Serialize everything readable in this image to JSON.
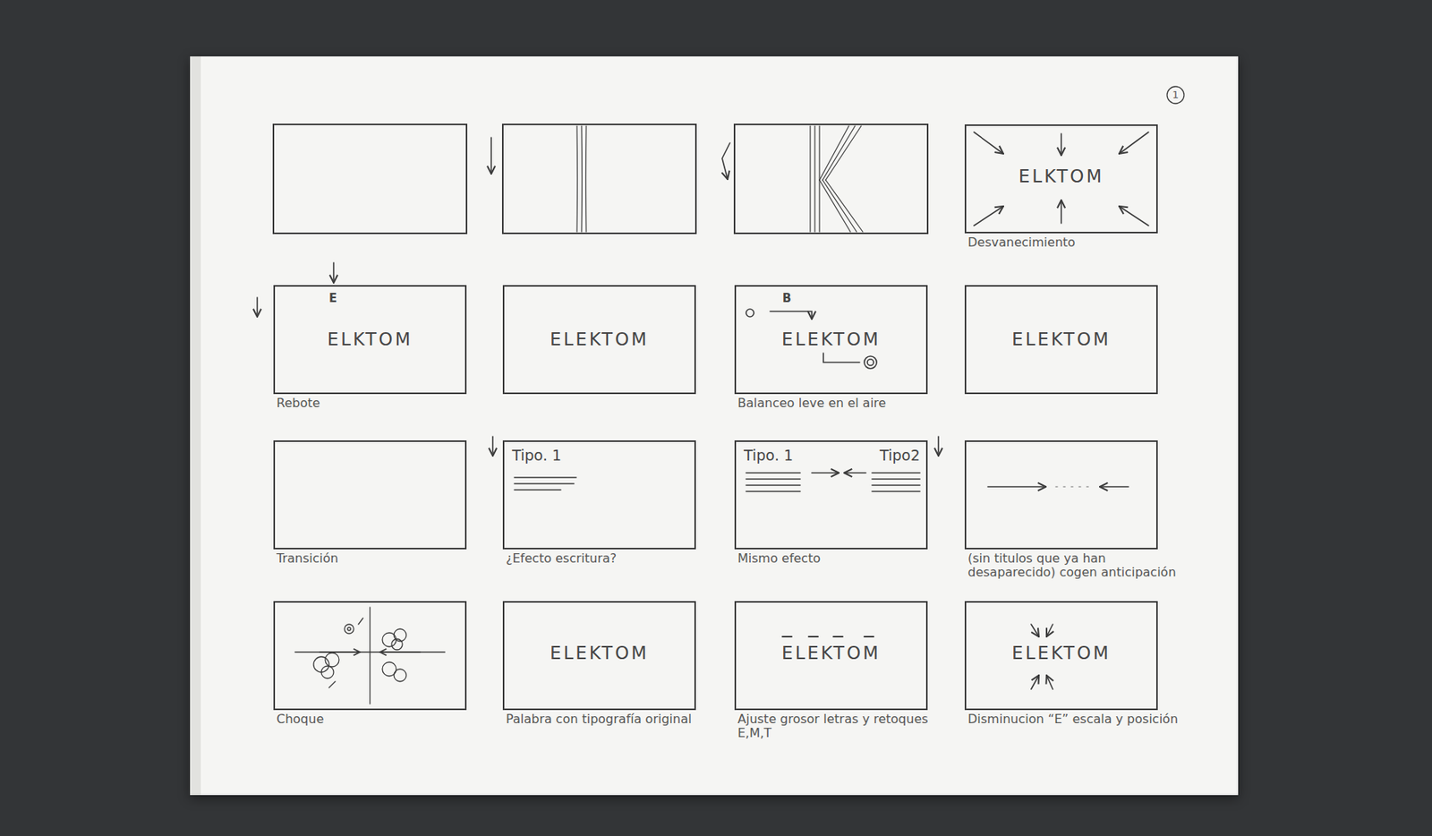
{
  "diagram": {
    "nodes": [
      {
        "text": [
          "ELKTOM",
          "Desvanecimiento"
        ]
      },
      {
        "text": [
          "E",
          "ELKTOM",
          "Rebote"
        ]
      },
      {
        "text": [
          "ELEKTOM"
        ]
      },
      {
        "text": [
          "B",
          "ELEKTOM",
          "Balanceo leve en el aire"
        ]
      },
      {
        "text": [
          "ELEKTOM"
        ]
      },
      {
        "text": [
          "Transición"
        ]
      },
      {
        "text": [
          "Tipo. 1",
          "¿Efecto escritura?"
        ]
      },
      {
        "text": [
          "Tipo. 1",
          "Tipo2",
          "Mismo efecto"
        ]
      },
      {
        "text": [
          "(sin titulos que ya han desaparecido) cogen anticipación"
        ]
      },
      {
        "text": [
          "Choque"
        ]
      },
      {
        "text": [
          "ELEKTOM",
          "Palabra con tipografía original"
        ]
      },
      {
        "text": [
          "ELEKTOM",
          "Ajuste grosor letras y retoques E,M,T"
        ]
      },
      {
        "text": [
          "ELEKTOM",
          "Disminucion “E” escala y posición"
        ]
      }
    ],
    "labels": [
      "1"
    ]
  }
}
